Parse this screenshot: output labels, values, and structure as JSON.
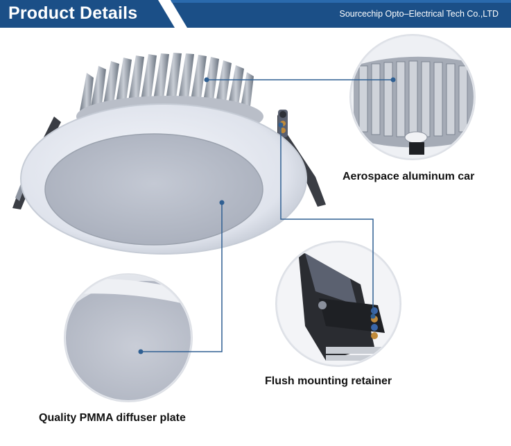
{
  "banner": {
    "title": "Product Details",
    "company": "Sourcechip Opto–Electrical Tech Co.,LTD"
  },
  "callouts": {
    "heatsink": "Aerospace aluminum car",
    "retainer": "Flush mounting retainer",
    "diffuser": "Quality PMMA diffuser plate"
  },
  "colors": {
    "banner": "#1b4f87",
    "connector_line": "#2f5f92",
    "label_text": "#111111"
  }
}
